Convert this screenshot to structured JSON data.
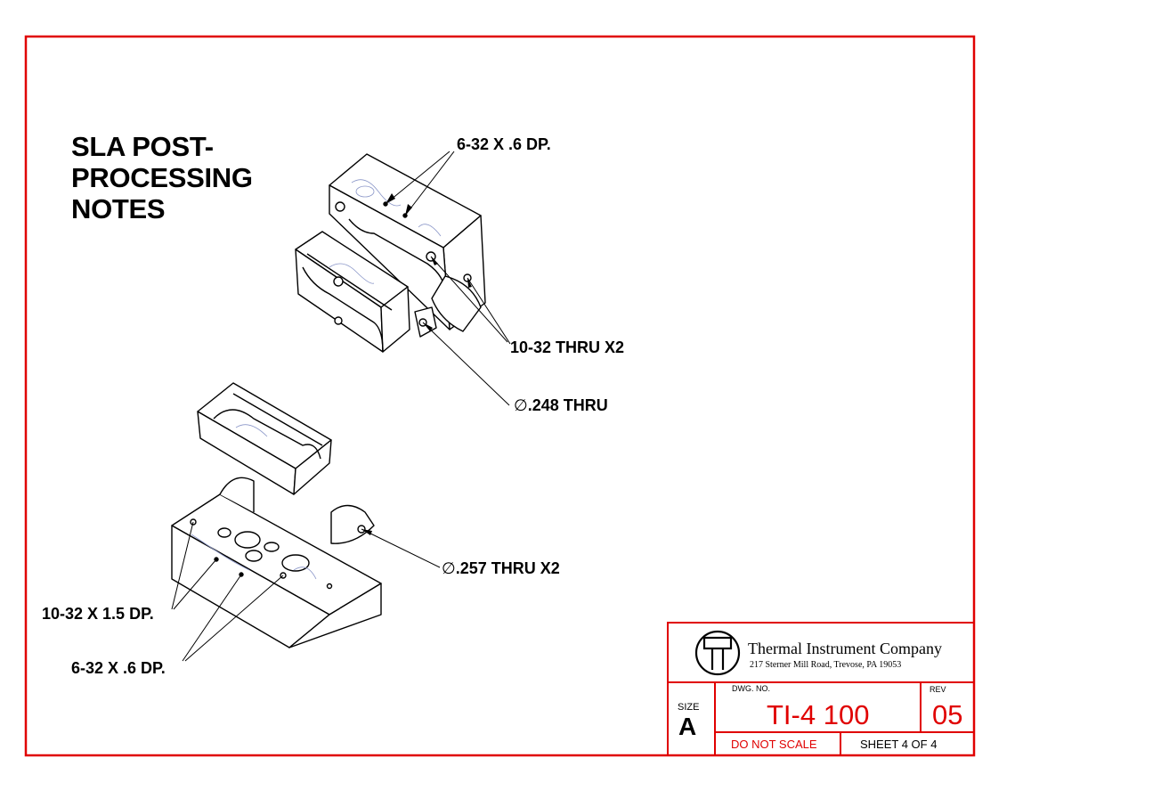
{
  "drawing": {
    "title": "SLA POST-\nPROCESSING\nNOTES",
    "callouts": {
      "top_62": "6-32 X .6 DP.",
      "top_1032": "10-32 THRU X2",
      "top_248": ".248 THRU",
      "bottom_257": ".257 THRU X2",
      "bottom_1032": "10-32 X 1.5 DP.",
      "bottom_62": "6-32 X .6 DP."
    },
    "diameter_symbol": "∅"
  },
  "title_block": {
    "company": "Thermal Instrument Company",
    "address": "217 Sterner Mill Road, Trevose, PA 19053",
    "size_label": "SIZE",
    "size_value": "A",
    "dwg_label": "DWG. NO.",
    "dwg_value": "TI-4 100",
    "rev_label": "REV",
    "rev_value": "05",
    "scale_note": "DO NOT SCALE",
    "sheet": "SHEET 4 OF 4"
  },
  "colors": {
    "border": "#e00000",
    "text": "#000000",
    "accent": "#e00000",
    "sketch": "#8a96c8"
  }
}
